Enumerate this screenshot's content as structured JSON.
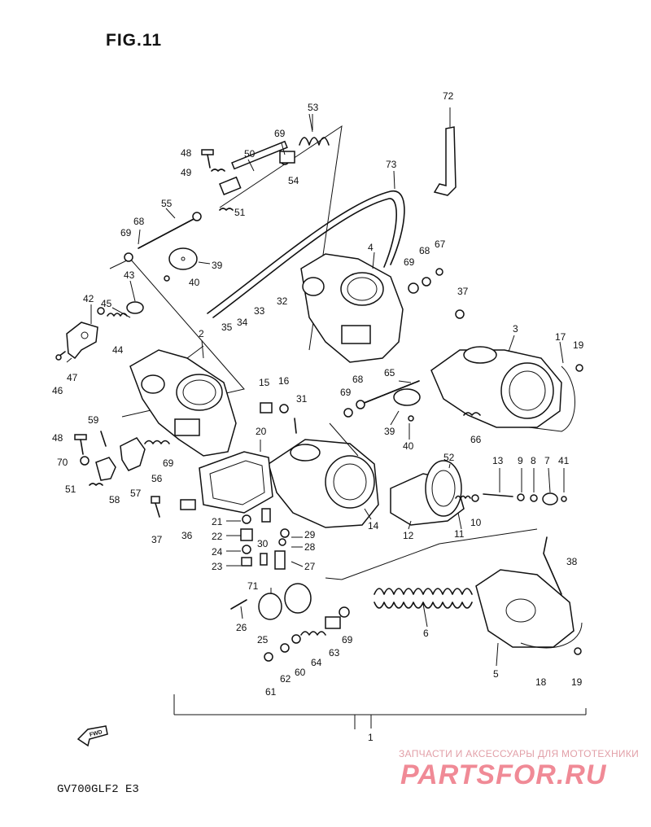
{
  "figure": {
    "title": "FIG.11",
    "model": "GV700GLF2  E3",
    "fwd_label": "FWD"
  },
  "watermark": {
    "tagline": "ЗАПЧАСТИ И АКСЕССУАРЫ ДЛЯ МОТОТЕХНИКИ",
    "brand": "PARTSFOR.RU",
    "color": "#f08a96"
  },
  "callouts": {
    "c1": "1",
    "c2": "2",
    "c3": "3",
    "c4": "4",
    "c5": "5",
    "c6": "6",
    "c7": "7",
    "c8": "8",
    "c9": "9",
    "c10": "10",
    "c11": "11",
    "c12": "12",
    "c13": "13",
    "c14": "14",
    "c15": "15",
    "c16": "16",
    "c17": "17",
    "c18": "18",
    "c19a": "19",
    "c19b": "19",
    "c20": "20",
    "c21": "21",
    "c22": "22",
    "c23": "23",
    "c24": "24",
    "c25": "25",
    "c26": "26",
    "c27": "27",
    "c28": "28",
    "c29": "29",
    "c30": "30",
    "c31": "31",
    "c32": "32",
    "c33": "33",
    "c34": "34",
    "c35": "35",
    "c36": "36",
    "c37a": "37",
    "c37b": "37",
    "c38": "38",
    "c39a": "39",
    "c39b": "39",
    "c40a": "40",
    "c40b": "40",
    "c41": "41",
    "c42": "42",
    "c43": "43",
    "c44": "44",
    "c45": "45",
    "c46": "46",
    "c47": "47",
    "c48a": "48",
    "c48b": "48",
    "c49": "49",
    "c50": "50",
    "c51a": "51",
    "c51b": "51",
    "c52": "52",
    "c53": "53",
    "c54": "54",
    "c55": "55",
    "c56": "56",
    "c57": "57",
    "c58": "58",
    "c59": "59",
    "c60": "60",
    "c61": "61",
    "c62": "62",
    "c63": "63",
    "c64": "64",
    "c65": "65",
    "c66": "66",
    "c67": "67",
    "c68a": "68",
    "c68b": "68",
    "c68c": "68",
    "c69a": "69",
    "c69b": "69",
    "c69c": "69",
    "c69d": "69",
    "c69e": "69",
    "c69f": "69",
    "c70": "70",
    "c71": "71",
    "c72": "72",
    "c73": "73"
  }
}
